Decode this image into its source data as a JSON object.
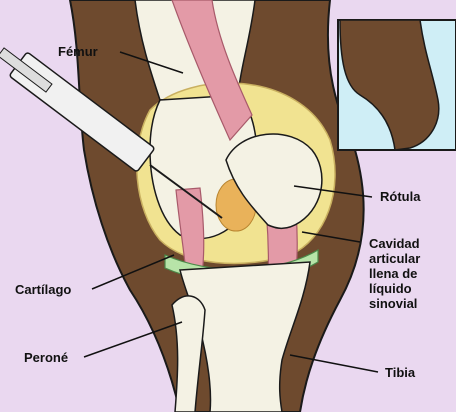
{
  "labels": {
    "femur": "Fémur",
    "patella": "Rótula",
    "joint_cavity": [
      "Cavidad",
      "articular",
      "llena de",
      "líquido",
      "sinovial"
    ],
    "cartilage": "Cartílago",
    "fibula": "Peroné",
    "tibia": "Tibia"
  },
  "colors": {
    "background": "#ead8f0",
    "skin": "#6e4a2e",
    "bone": "#f4f2e4",
    "ligament": "#e39aa7",
    "synovial_fluid": "#f1e391",
    "cartilage": "#b7e4a8",
    "inset_background": "#cfeef6"
  }
}
